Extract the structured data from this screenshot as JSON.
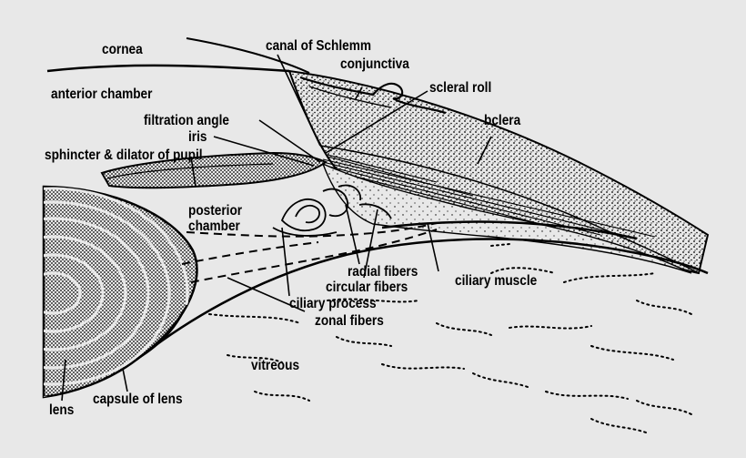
{
  "diagram": {
    "labels": {
      "cornea": "cornea",
      "canal_of_schlemm": "canal of Schlemm",
      "conjunctiva": "conjunctiva",
      "anterior_chamber": "anterior chamber",
      "scleral_roll": "scleral roll",
      "filtration_angle": "filtration angle",
      "sclera": "bclera",
      "iris": "iris",
      "sphincter_dilator": "sphincter & dilator of pupil",
      "posterior": "posterior",
      "chamber": "chamber",
      "radial_fibers": "radial fibers",
      "ciliary_muscle": "ciliary muscle",
      "circular_fibers": "circular fibers",
      "ciliary_process": "ciliary process",
      "zonal_fibers": "zonal fibers",
      "vitreous": "vitreous",
      "capsule_of_lens": "capsule of lens",
      "lens": "lens"
    },
    "colors": {
      "background": "#e8e8e8",
      "ink": "#000000"
    }
  }
}
